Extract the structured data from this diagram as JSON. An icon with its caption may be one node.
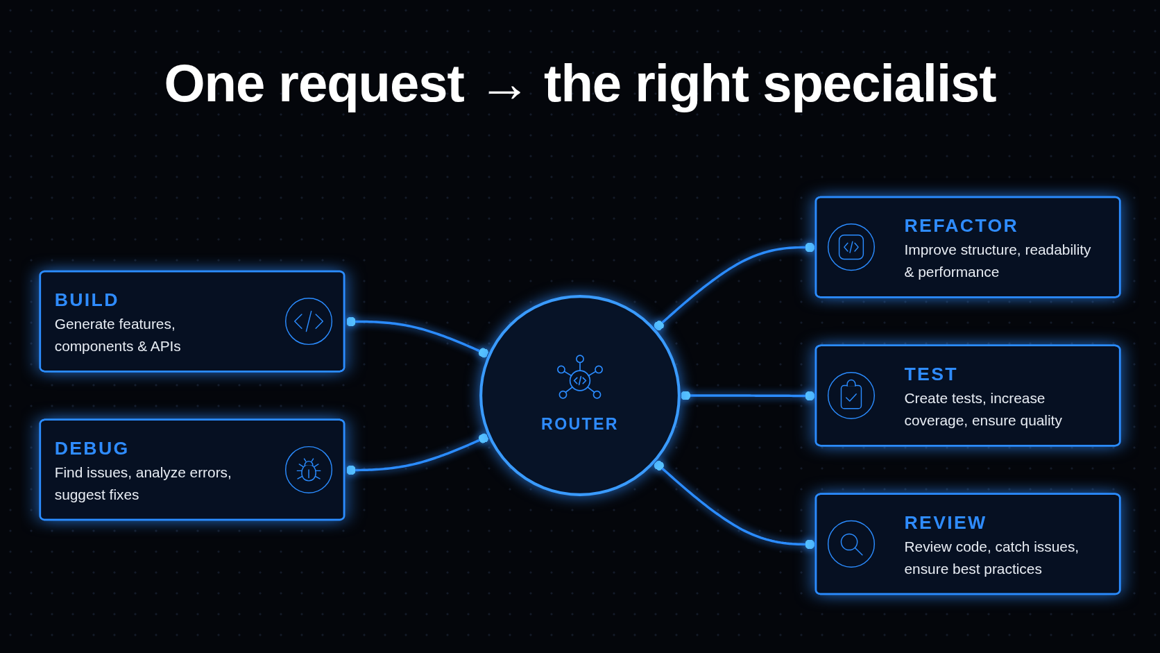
{
  "diagram": {
    "title": "One request → the right specialist",
    "nodes": [
      {
        "text": [
          "BUILD",
          "Generate features, components & APIs"
        ]
      },
      {
        "text": [
          "DEBUG",
          "Find issues, analyze errors, suggest fixes"
        ]
      },
      {
        "text": [
          "ROUTER"
        ]
      },
      {
        "text": [
          "REFACTOR",
          "Improve structure, readability & performance"
        ]
      },
      {
        "text": [
          "TEST",
          "Create tests, increase coverage, ensure quality"
        ]
      },
      {
        "text": [
          "REVIEW",
          "Review code, catch issues, ensure best practices"
        ]
      }
    ],
    "edges": [
      {
        "from": 0,
        "to": 2,
        "arrow": "other"
      },
      {
        "from": 1,
        "to": 2,
        "arrow": "other"
      },
      {
        "from": 2,
        "to": 3,
        "arrow": "other"
      },
      {
        "from": 2,
        "to": 4,
        "arrow": "other"
      },
      {
        "from": 2,
        "to": 5,
        "arrow": "other"
      }
    ]
  }
}
